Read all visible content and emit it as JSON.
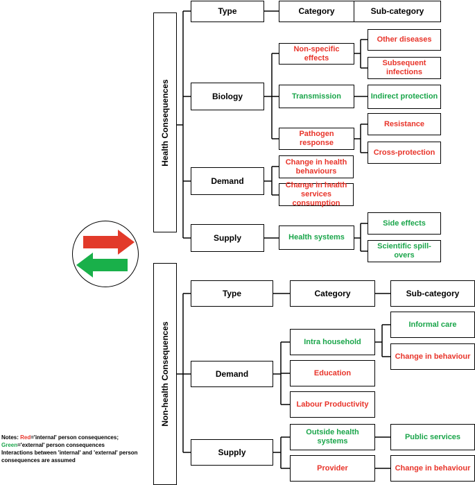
{
  "health": {
    "title": "Health Consequences",
    "header": {
      "type": "Type",
      "category": "Category",
      "subcategory": "Sub-category"
    },
    "biology": "Biology",
    "non_specific": "Non-specific effects",
    "other_diseases": "Other diseases",
    "subsequent_infections": "Subsequent infections",
    "transmission": "Transmission",
    "indirect_protection": "Indirect protection",
    "pathogen_response": "Pathogen response",
    "resistance": "Resistance",
    "cross_protection": "Cross-protection",
    "demand": "Demand",
    "change_health_behaviours": "Change in health behaviours",
    "change_health_services": "Change in health services consumption",
    "supply": "Supply",
    "health_systems": "Health systems",
    "side_effects": "Side effects",
    "scientific_spillovers": "Scientific spill-overs"
  },
  "nonhealth": {
    "title": "Non-health Consequences",
    "header": {
      "type": "Type",
      "category": "Category",
      "subcategory": "Sub-category"
    },
    "demand": "Demand",
    "intra_household": "Intra household",
    "informal_care": "Informal care",
    "change_behaviour_1": "Change in behaviour",
    "education": "Education",
    "labour_productivity": "Labour Productivity",
    "supply": "Supply",
    "outside_health_systems": "Outside health systems",
    "public_services": "Public services",
    "provider": "Provider",
    "change_behaviour_2": "Change in behaviour"
  },
  "notes": {
    "prefix": "Notes: ",
    "red_word": "Red",
    "red_text": "='internal' person consequences;",
    "green_word": "Green",
    "green_text": "='external' person consequences",
    "line3": "Interactions between 'internal' and 'external' person consequences are assumed"
  },
  "colors": {
    "internal": "#e8342a",
    "external": "#1aa54a",
    "arrow_red": "#e23a2a",
    "arrow_green": "#19b04a"
  },
  "icons": {
    "arrows": "bidirectional-arrows-icon"
  }
}
